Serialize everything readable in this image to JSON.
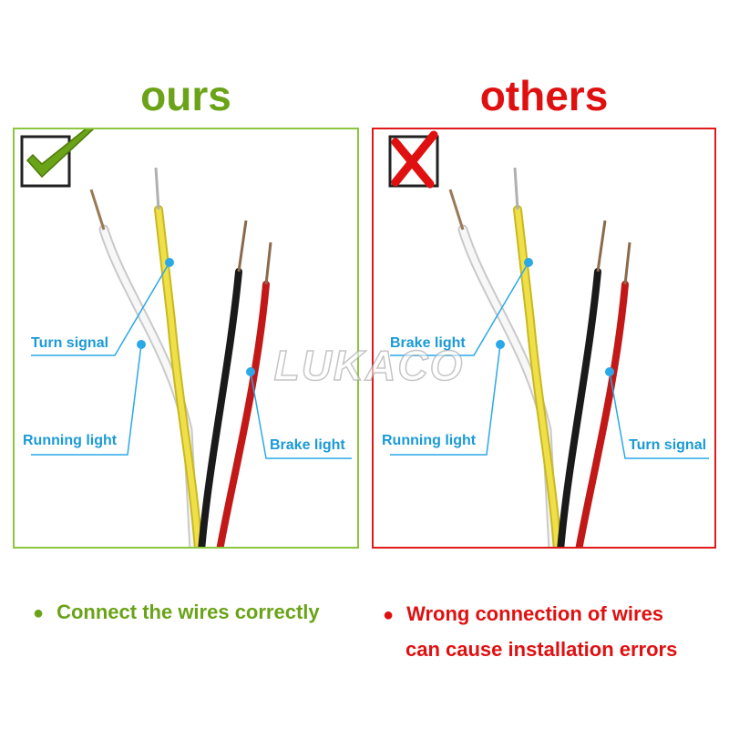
{
  "colors": {
    "good": "#6aa318",
    "bad": "#e01010",
    "label": "#1a9ad6",
    "dot": "#2aa8e8"
  },
  "left": {
    "title": "ours",
    "icon": "check-mark-icon",
    "labels": {
      "yellow_wire": "Turn signal",
      "white_wire": "Running light",
      "red_wire": "Brake light"
    },
    "note": "Connect the wires correctly"
  },
  "right": {
    "title": "others",
    "icon": "x-mark-icon",
    "labels": {
      "yellow_wire": "Brake light",
      "white_wire": "Running light",
      "red_wire": "Turn signal"
    },
    "note_line1": "Wrong connection of wires",
    "note_line2": "can cause installation errors"
  },
  "watermark": "LUKACO"
}
